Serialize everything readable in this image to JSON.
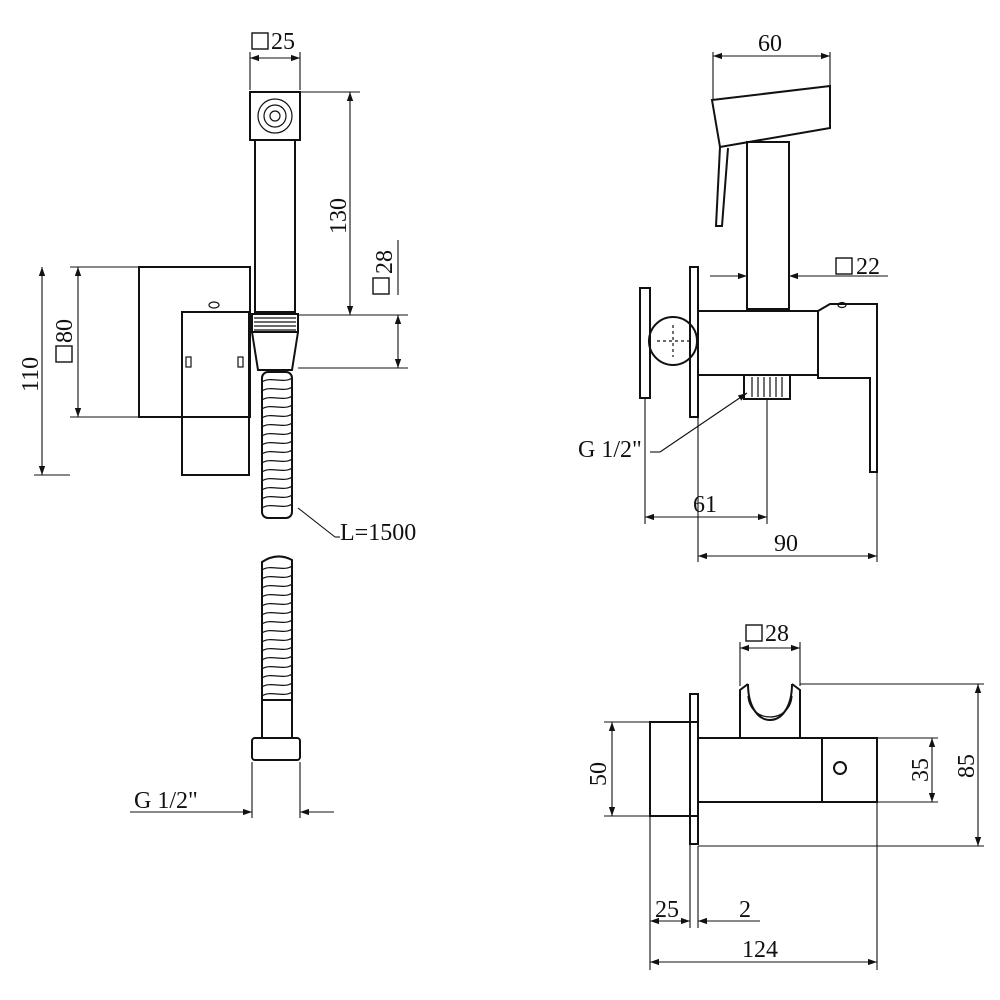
{
  "dimensions": {
    "head_square": "25",
    "handset_height": "130",
    "connector_square": "28",
    "body_height_square": "80",
    "overall_height": "110",
    "hose_length": "L=1500",
    "hose_thread": "G 1/2\"",
    "handset_length": "60",
    "handle_square": "22",
    "side_thread": "G 1/2\"",
    "wall_to_outlet": "61",
    "projection": "90",
    "holder_square": "28",
    "plate_height": "50",
    "valve_height": "35",
    "total_height": "85",
    "plate_depth": "25",
    "gap": "2",
    "total_length": "124"
  }
}
